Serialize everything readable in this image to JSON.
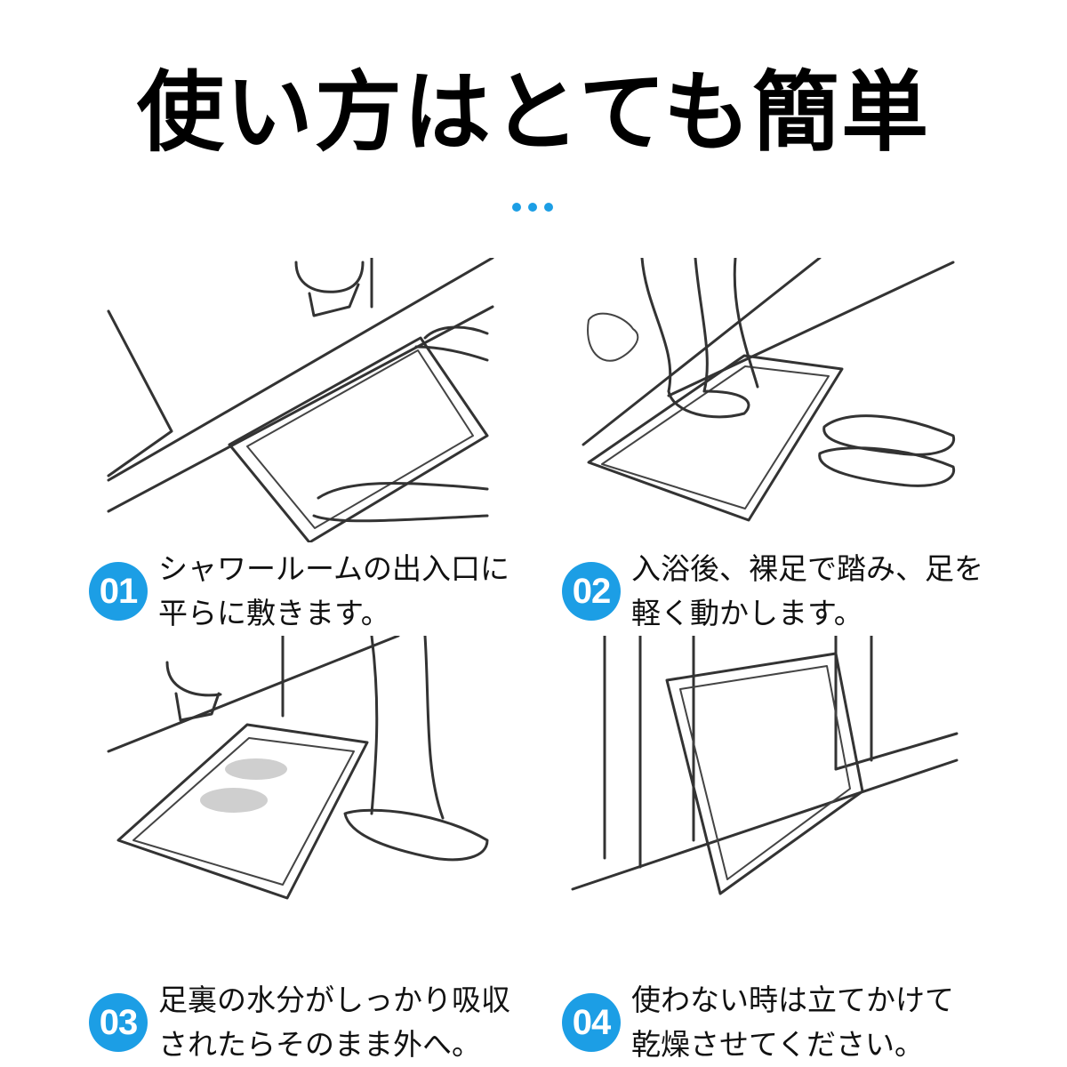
{
  "title": "使い方はとても簡単",
  "accent_color": "#1c9ee5",
  "steps": [
    {
      "number": "01",
      "line1": "シャワールームの出入口に",
      "line2": "平らに敷きます。"
    },
    {
      "number": "02",
      "line1": "入浴後、裸足で踏み、足を",
      "line2": "軽く動かします。"
    },
    {
      "number": "03",
      "line1": "足裏の水分がしっかり吸収",
      "line2": "されたらそのまま外へ。"
    },
    {
      "number": "04",
      "line1": "使わない時は立てかけて",
      "line2": "乾燥させてください。"
    }
  ]
}
